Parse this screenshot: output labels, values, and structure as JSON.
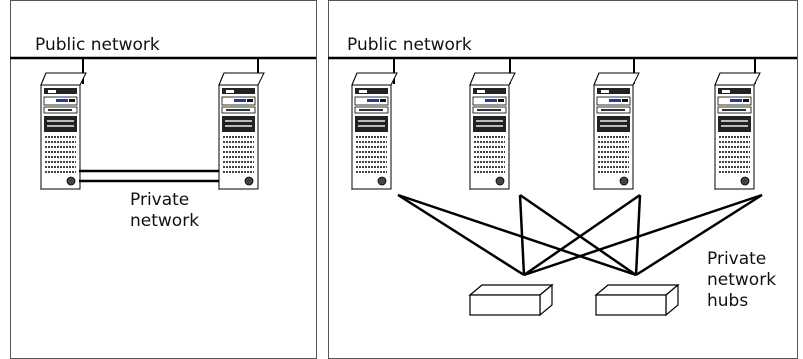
{
  "left_panel": {
    "public_label": "Public network",
    "private_label_line1": "Private",
    "private_label_line2": "network",
    "server_count": 2
  },
  "right_panel": {
    "public_label": "Public network",
    "hubs_label_line1": "Private",
    "hubs_label_line2": "network",
    "hubs_label_line3": "hubs",
    "server_count": 4,
    "hub_count": 2
  },
  "colors": {
    "line": "#000000",
    "panel_border": "#555555",
    "server_body": "#ffffff",
    "server_accent": "#2a3a8a"
  }
}
